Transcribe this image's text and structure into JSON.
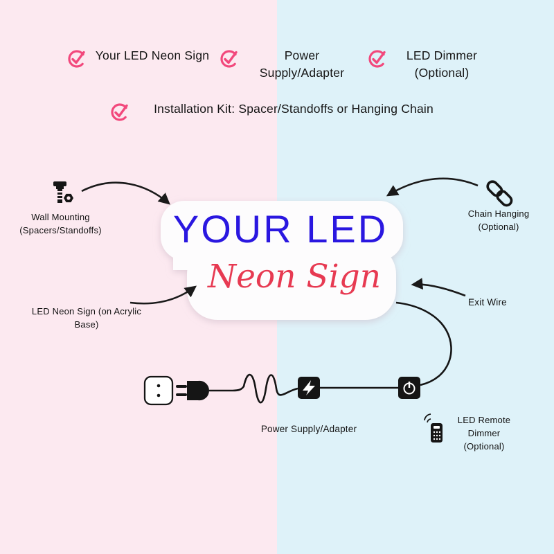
{
  "colors": {
    "bg_left": "#fce9f0",
    "bg_right": "#def2f9",
    "check_pink": "#f2487c",
    "title_blue": "#2a17e0",
    "script_red": "#e73a52",
    "ink": "#161616"
  },
  "checklist": [
    {
      "label": "Your LED Neon Sign"
    },
    {
      "label": "Power Supply/Adapter"
    },
    {
      "label": "LED Dimmer (Optional)"
    },
    {
      "label": "Installation Kit: Spacer/Standoffs or Hanging Chain"
    }
  ],
  "sign": {
    "title": "YOUR LED",
    "subtitle": "Neon Sign"
  },
  "callouts": {
    "wall_mounting": "Wall Mounting (Spacers/Standoffs)",
    "chain_hanging": "Chain Hanging (Optional)",
    "led_neon_sign": "LED Neon Sign (on Acrylic Base)",
    "exit_wire": "Exit Wire",
    "power_supply": "Power Supply/Adapter",
    "remote_dimmer": "LED Remote Dimmer (Optional)"
  }
}
